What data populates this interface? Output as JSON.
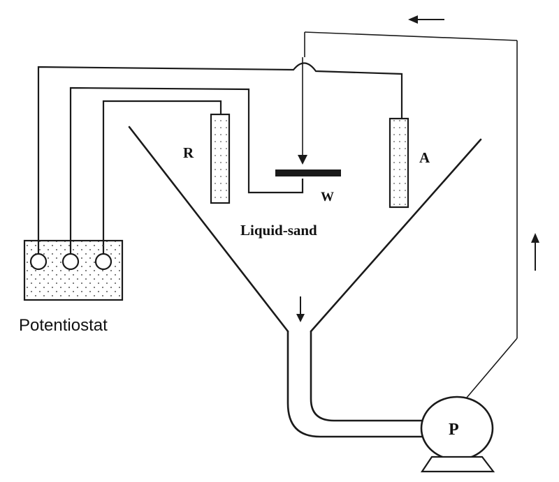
{
  "labels": {
    "reference": "R",
    "auxiliary": "A",
    "working": "W",
    "medium": "Liquid-sand",
    "instrument": "Potentiostat",
    "pump": "P"
  },
  "colors": {
    "ink": "#1a1a1a",
    "background": "#ffffff",
    "electrode_dots": "#555555"
  },
  "icons": [
    "flow-arrow-left-icon",
    "flow-arrow-up-icon",
    "flow-arrow-down-icon",
    "impinging-arrow-icon"
  ]
}
